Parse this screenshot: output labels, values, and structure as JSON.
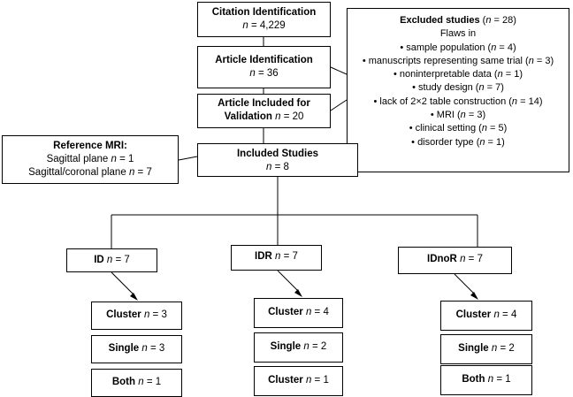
{
  "boxes": {
    "citation": {
      "title": "Citation Identification",
      "n_label": "n",
      "n_value": " = 4,229"
    },
    "article_id": {
      "title": "Article Identification",
      "n_label": "n",
      "n_value": " = 36"
    },
    "article_validation": {
      "title_line1": "Article Included for",
      "title_line2": "Validation",
      "n_label": "n",
      "n_value": " = 20"
    },
    "included": {
      "title": "Included Studies",
      "n_label": "n",
      "n_value": " = 8"
    },
    "reference_mri": {
      "title": "Reference MRI:",
      "lines": [
        {
          "text": "Sagittal plane ",
          "n_label": "n",
          "n_value": " = 1"
        },
        {
          "text": "Sagittal/coronal plane ",
          "n_label": "n",
          "n_value": " = 7"
        }
      ]
    },
    "excluded": {
      "title": "Excluded studies",
      "title_n": " (",
      "n_label": "n",
      "n_value": " = 28)",
      "subtitle": "Flaws in",
      "items": [
        {
          "text": "• sample population (",
          "n": "n",
          "value": " = 4)"
        },
        {
          "text": "• manuscripts representing same trial (",
          "n": "n",
          "value": " = 3)"
        },
        {
          "text": "• noninterpretable data (",
          "n": "n",
          "value": " = 1)"
        },
        {
          "text": "• study design (",
          "n": "n",
          "value": " = 7)"
        },
        {
          "text": "• lack of 2×2 table construction (",
          "n": "n",
          "value": " = 14)"
        },
        {
          "text": "• MRI (",
          "n": "n",
          "value": " = 3)"
        },
        {
          "text": "• clinical setting (",
          "n": "n",
          "value": " = 5)"
        },
        {
          "text": "• disorder type (",
          "n": "n",
          "value": " = 1)"
        }
      ]
    }
  },
  "groups": [
    {
      "name": "ID",
      "n_label": "n",
      "n_value": " = 7",
      "rows": [
        {
          "label": "Cluster",
          "n": "n",
          "value": " = 3"
        },
        {
          "label": "Single",
          "n": "n",
          "value": " = 3"
        },
        {
          "label": "Both",
          "n": "n",
          "value": " = 1"
        }
      ]
    },
    {
      "name": "IDR",
      "n_label": "n",
      "n_value": " = 7",
      "rows": [
        {
          "label": "Cluster",
          "n": "n",
          "value": " = 4"
        },
        {
          "label": "Single",
          "n": "n",
          "value": " = 2"
        },
        {
          "label": "Cluster",
          "n": "n",
          "value": " = 1"
        }
      ]
    },
    {
      "name": "IDnoR",
      "n_label": "n",
      "n_value": " = 7",
      "rows": [
        {
          "label": "Cluster",
          "n": "n",
          "value": " = 4"
        },
        {
          "label": "Single",
          "n": "n",
          "value": " = 2"
        },
        {
          "label": "Both",
          "n": "n",
          "value": " = 1"
        }
      ]
    }
  ]
}
